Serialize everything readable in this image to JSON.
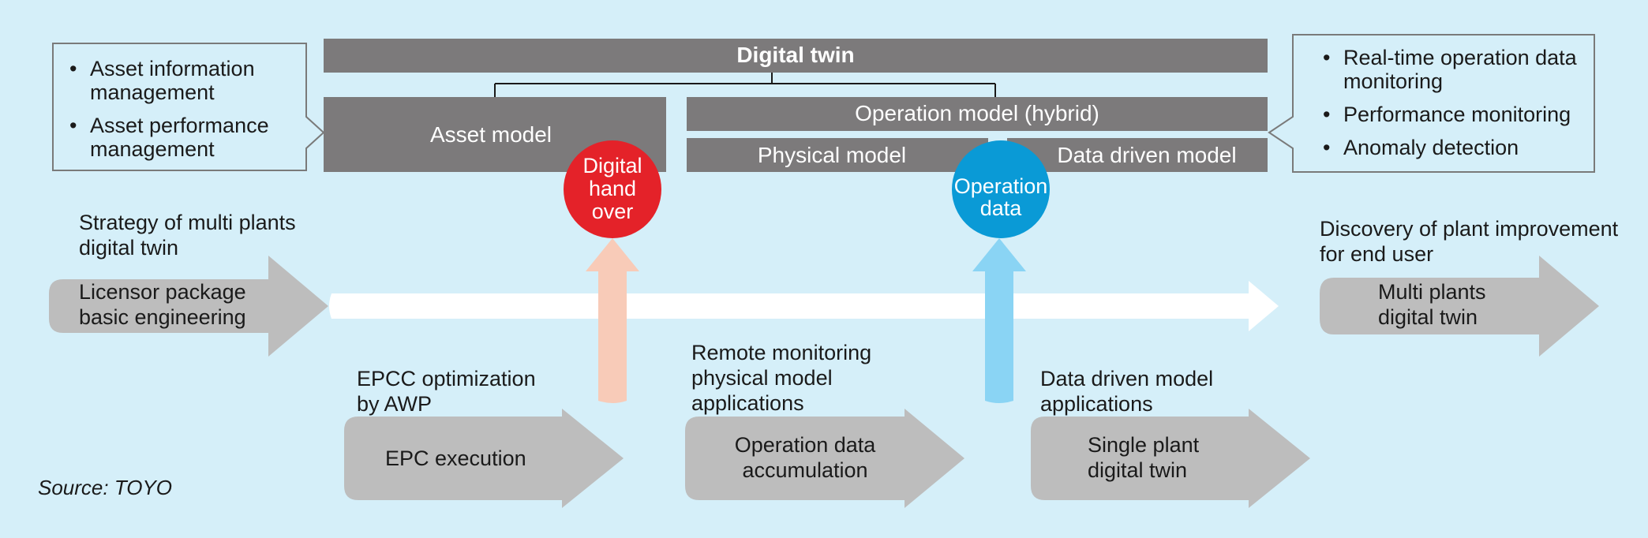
{
  "digital_twin": {
    "title": "Digital twin"
  },
  "models": {
    "asset": "Asset model",
    "operation": "Operation model (hybrid)",
    "physical": "Physical model",
    "data_driven": "Data driven model"
  },
  "badges": {
    "handover": [
      "Digital",
      "hand",
      "over"
    ],
    "operation_data": [
      "Operation",
      "data"
    ]
  },
  "left_callout": [
    "Asset information management",
    "Asset performance management"
  ],
  "right_callout": [
    "Real-time operation data monitoring",
    "Performance monitoring",
    "Anomaly detection"
  ],
  "stages": [
    {
      "heading": "Strategy of multi plants digital twin",
      "arrow": "Licensor package basic engineering"
    },
    {
      "heading": "EPCC optimization by AWP",
      "arrow": "EPC execution"
    },
    {
      "heading": "Remote monitoring physical model applications",
      "arrow": "Operation data accumulation"
    },
    {
      "heading": "Data driven model applications",
      "arrow": "Single plant digital twin"
    },
    {
      "heading": "Discovery of plant improvement for end user",
      "arrow": "Multi plants digital twin"
    }
  ],
  "source": "Source: TOYO",
  "colors": {
    "background": "#d5eff9",
    "model_box": "#7c7a7b",
    "stage_arrow": "#bdbdbd",
    "handover_badge": "#e42229",
    "operation_badge": "#0a9ad6",
    "handover_arrow": "#f8cbb8",
    "operation_arrow": "#8ad4f4"
  }
}
